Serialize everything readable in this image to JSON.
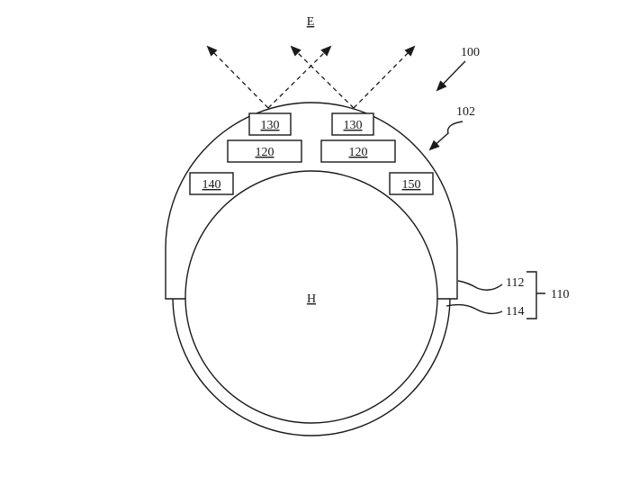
{
  "labels": {
    "environment": "E",
    "head": "H",
    "device": "100",
    "housing": "102",
    "band_group": "110",
    "band_outer": "112",
    "band_inner": "114",
    "emitter_left": "130",
    "emitter_right": "130",
    "display_left": "120",
    "display_right": "120",
    "sensor_left": "140",
    "sensor_right": "150"
  }
}
